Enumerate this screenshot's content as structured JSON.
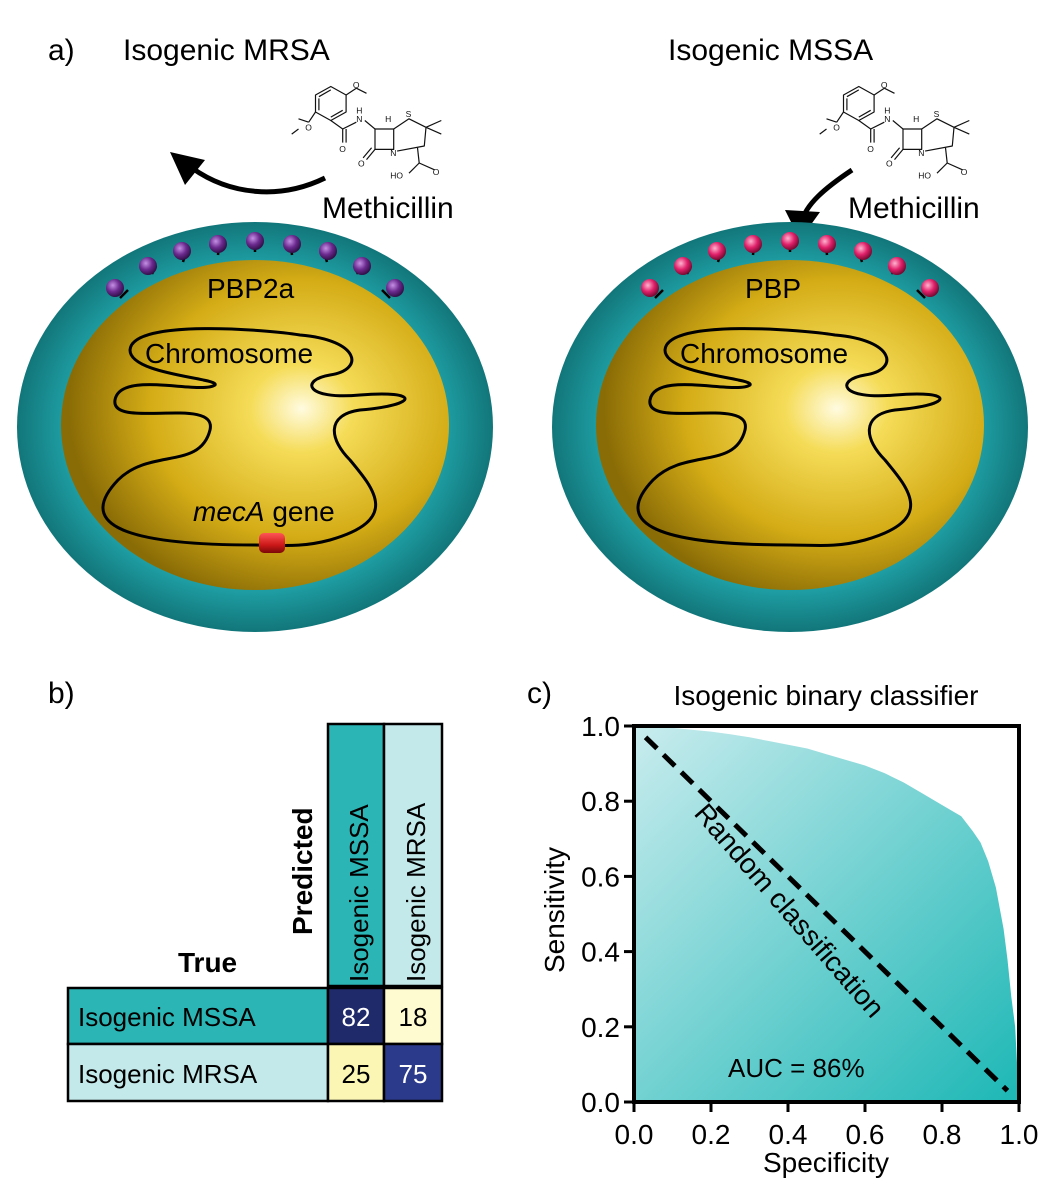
{
  "panel_a": {
    "label": "a)",
    "left_cell": {
      "title": "Isogenic MRSA",
      "drug": "Methicillin",
      "protein": "PBP2a",
      "chromosome": "Chromosome",
      "gene_italic": "mecA",
      "gene_rest": " gene",
      "protein_color": "#6b2a8f"
    },
    "right_cell": {
      "title": "Isogenic MSSA",
      "drug": "Methicillin",
      "protein": "PBP",
      "chromosome": "Chromosome",
      "protein_color": "#e0206a"
    },
    "colors": {
      "wall": "#1e9ea3",
      "cytoplasm": "#d9b419",
      "gene": "#cc1818"
    }
  },
  "panel_b": {
    "label": "b)",
    "predicted_label": "Predicted",
    "true_label": "True",
    "col_labels": [
      "Isogenic MSSA",
      "Isogenic MRSA"
    ],
    "row_labels": [
      "Isogenic MSSA",
      "Isogenic MRSA"
    ],
    "cells": [
      [
        "82",
        "18"
      ],
      [
        "25",
        "75"
      ]
    ],
    "colors": {
      "dark": "#1f2a6b",
      "light": "#fffbd0",
      "pale": "#fbf6b4",
      "navy": "#2c3a8c",
      "teal": "#2bb5b5",
      "light_teal": "#c4e9ea"
    }
  },
  "panel_c": {
    "label": "c)",
    "chart_data": {
      "type": "area",
      "title": "Isogenic binary classifier",
      "xlabel": "Specificity",
      "ylabel": "Sensitivity",
      "xlim": [
        0.0,
        1.0
      ],
      "ylim": [
        0.0,
        1.0
      ],
      "xticks": [
        "0.0",
        "0.2",
        "0.4",
        "0.6",
        "0.8",
        "1.0"
      ],
      "yticks": [
        "0.0",
        "0.2",
        "0.4",
        "0.6",
        "0.8",
        "1.0"
      ],
      "curve": {
        "x": [
          0.0,
          0.05,
          0.1,
          0.15,
          0.2,
          0.25,
          0.3,
          0.35,
          0.4,
          0.45,
          0.5,
          0.55,
          0.6,
          0.65,
          0.7,
          0.75,
          0.8,
          0.85,
          0.88,
          0.9,
          0.92,
          0.94,
          0.96,
          0.97,
          0.98,
          0.99,
          1.0
        ],
        "y": [
          1.0,
          0.998,
          0.995,
          0.99,
          0.985,
          0.978,
          0.97,
          0.96,
          0.95,
          0.94,
          0.925,
          0.91,
          0.895,
          0.875,
          0.85,
          0.82,
          0.79,
          0.76,
          0.72,
          0.69,
          0.64,
          0.57,
          0.46,
          0.38,
          0.28,
          0.2,
          0.0
        ]
      },
      "diagonal_label": "Random classification",
      "annotation": "AUC = 86%",
      "grid": false
    }
  }
}
